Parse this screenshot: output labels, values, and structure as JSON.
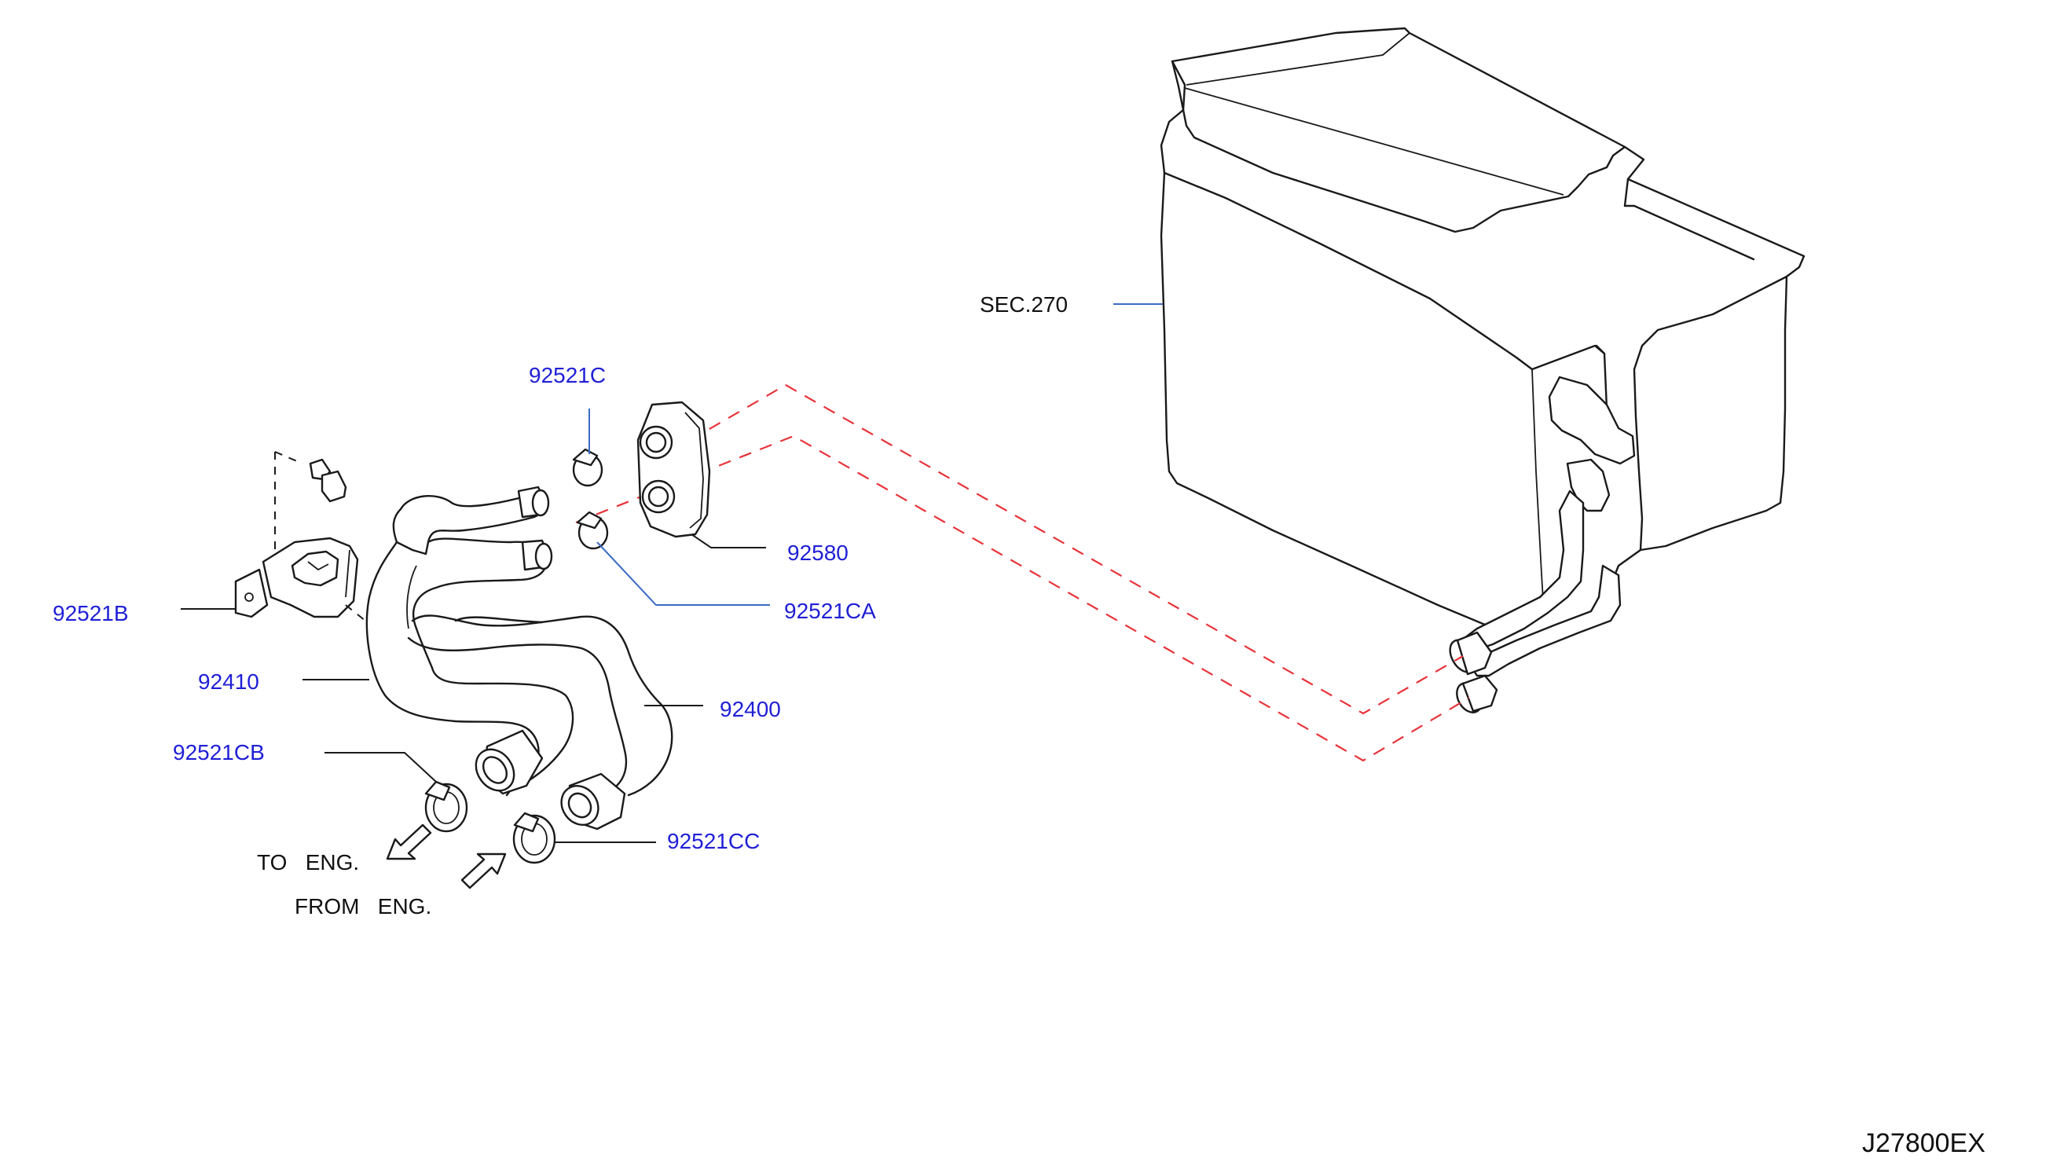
{
  "labels": {
    "sec270": "SEC.270",
    "p92521C": "92521C",
    "p92580": "92580",
    "p92521CA": "92521CA",
    "p92521B": "92521B",
    "p92410": "92410",
    "p92400": "92400",
    "p92521CB": "92521CB",
    "p92521CC": "92521CC",
    "to_eng": "TO   ENG.",
    "from_eng": "FROM   ENG.",
    "diagram_code": "J27800EX"
  },
  "colors": {
    "part_number": "#1f1fd6",
    "text": "#111111",
    "lines": "#1a1a1a",
    "leader_blue": "#3a6bc4",
    "dashed_red": "#e8333a",
    "background": "#ffffff"
  }
}
